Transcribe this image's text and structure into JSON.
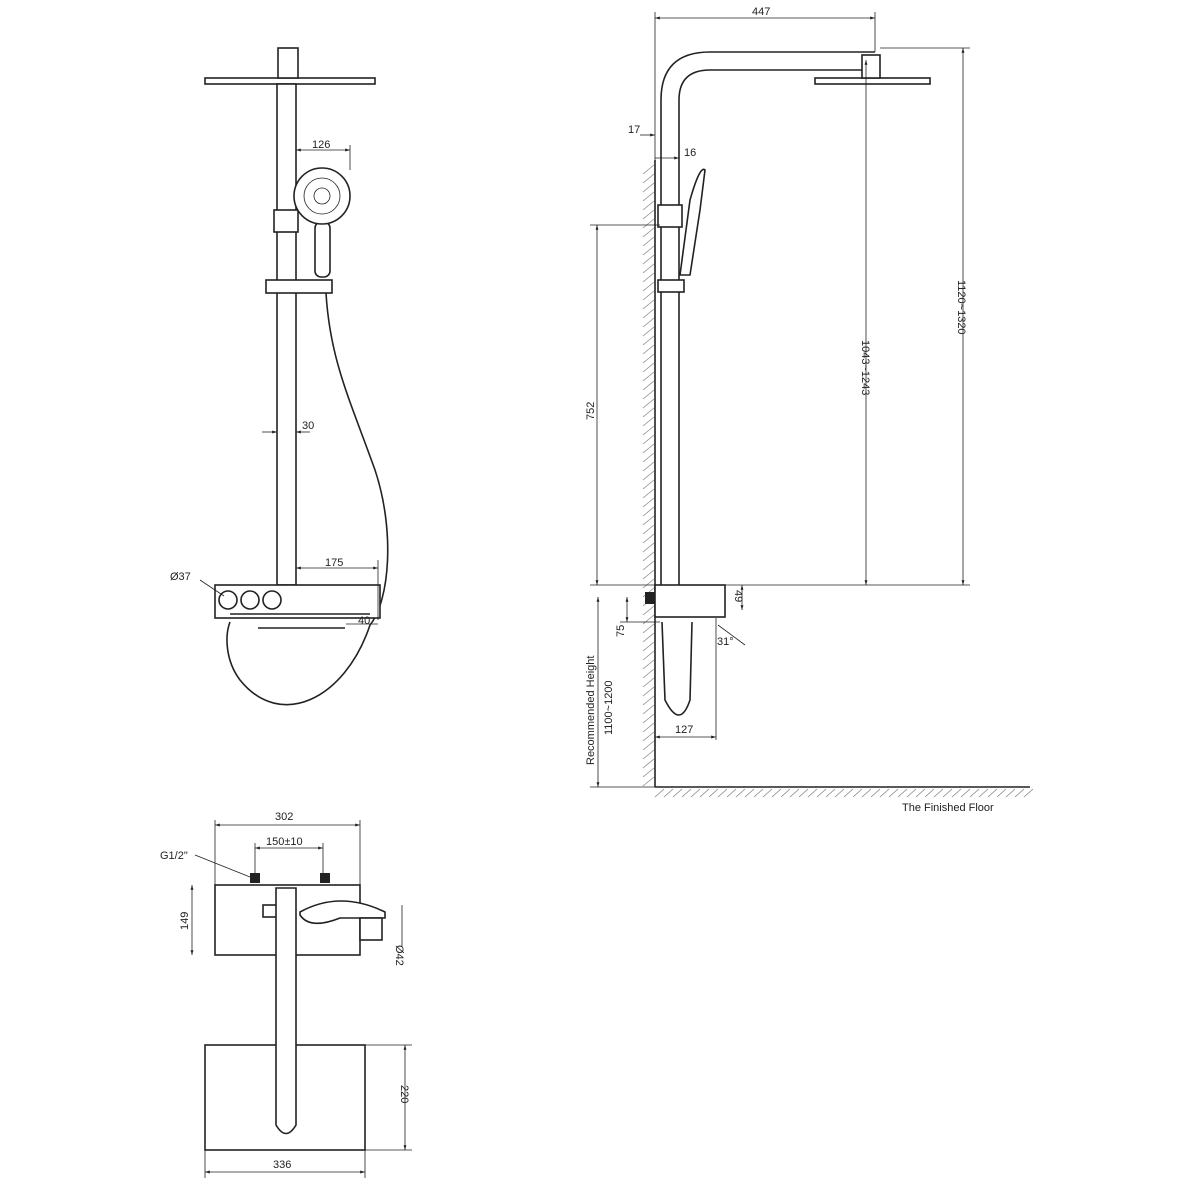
{
  "front_view": {
    "handshower_width": "126",
    "rail_diameter": "30",
    "shelf_projection": "175",
    "knob_diameter": "Ø37",
    "spout_depth": "40"
  },
  "side_view": {
    "arm_length": "447",
    "wall_gap": "17",
    "rail_offset": "16",
    "slide_range": "1043~1243",
    "total_height": "1120~1320",
    "inlet_height": "752",
    "body_height": "49",
    "inlet_to_body": "75",
    "spout_angle": "31°",
    "hose_depth": "127",
    "recommended_label": "Recommended Height",
    "recommended_value": "1100~1200",
    "floor_label": "The Finished Floor"
  },
  "top_view": {
    "body_width": "302",
    "inlet_spacing": "150±10",
    "thread": "G1/2\"",
    "body_depth": "149",
    "spout_diameter": "Ø42",
    "head_depth": "220",
    "head_width": "336"
  },
  "colors": {
    "line": "#222222",
    "background": "#ffffff"
  }
}
